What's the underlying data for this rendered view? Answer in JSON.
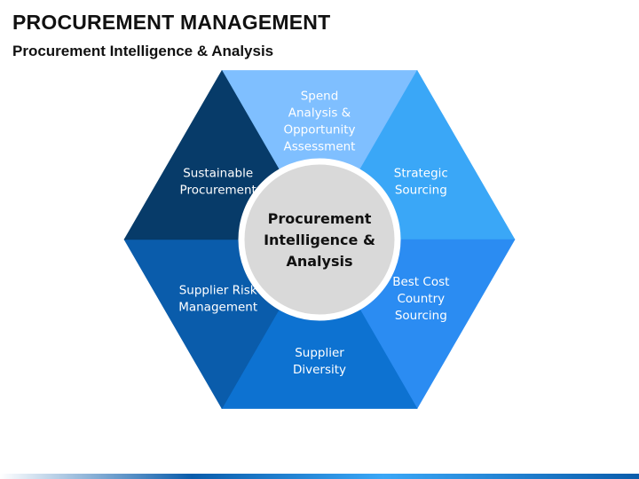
{
  "title": "PROCUREMENT MANAGEMENT",
  "subtitle": "Procurement Intelligence & Analysis",
  "hub": {
    "lines": [
      "Procurement",
      "Intelligence &",
      "Analysis"
    ],
    "fill": "#d9d9d9",
    "border": "#ffffff"
  },
  "segments": [
    {
      "id": "spend-analysis",
      "lines": [
        "Spend",
        "Analysis &",
        "Opportunity",
        "Assessment"
      ],
      "fill": "#7fbfff"
    },
    {
      "id": "strategic-sourcing",
      "lines": [
        "Strategic",
        "Sourcing"
      ],
      "fill": "#3aa7f7"
    },
    {
      "id": "best-cost-country-sourcing",
      "lines": [
        "Best Cost",
        "Country",
        "Sourcing"
      ],
      "fill": "#2b8cf2"
    },
    {
      "id": "supplier-diversity",
      "lines": [
        "Supplier",
        "Diversity"
      ],
      "fill": "#0d72d1"
    },
    {
      "id": "supplier-risk-management",
      "lines": [
        "Supplier Risk",
        "Management"
      ],
      "fill": "#0a5cab"
    },
    {
      "id": "sustainable-procurement",
      "lines": [
        "Sustainable",
        "Procurement"
      ],
      "fill": "#073b69"
    }
  ],
  "footer_colors": [
    "#ffffff",
    "#0a5cab",
    "#3aa7f7",
    "#0a5cab"
  ]
}
